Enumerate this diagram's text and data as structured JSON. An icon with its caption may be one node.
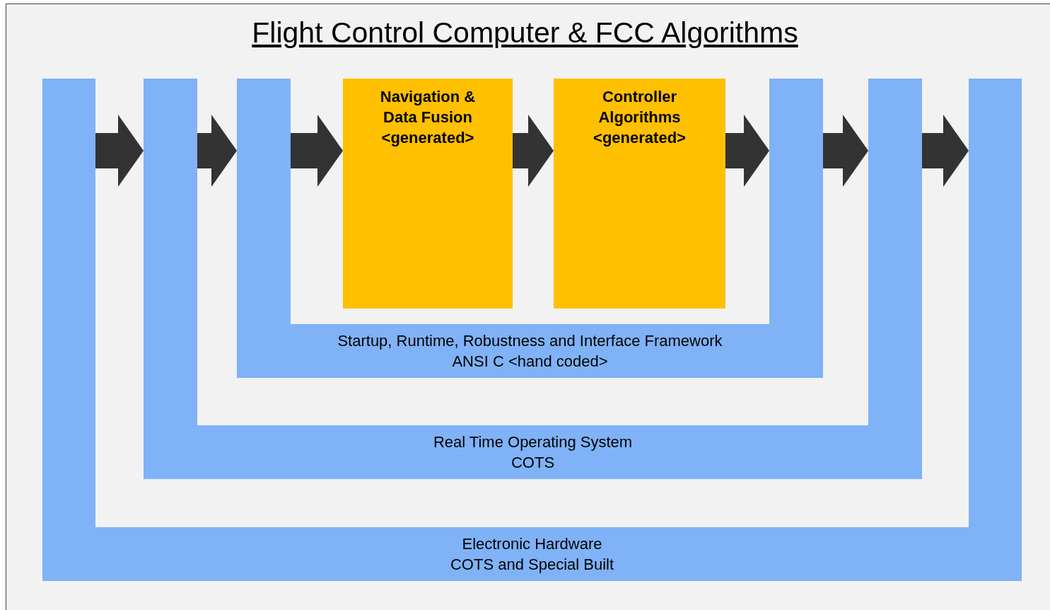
{
  "diagram": {
    "title": "Flight Control Computer & FCC Algorithms",
    "nodes": [
      {
        "text": [
          "Navigation & Data Fusion",
          "<generated>"
        ]
      },
      {
        "text": [
          "Controller Algorithms",
          "<generated>"
        ]
      },
      {
        "text": [
          "Startup, Runtime, Robustness and Interface Framework",
          "ANSI C <hand coded>"
        ]
      },
      {
        "text": [
          "Real Time Operating System",
          "COTS"
        ]
      },
      {
        "text": [
          "Electronic Hardware",
          "COTS and Special Built"
        ]
      }
    ],
    "edges": [
      {
        "from": 4,
        "to": 3,
        "arrow": "to"
      },
      {
        "from": 3,
        "to": 2,
        "arrow": "to"
      },
      {
        "from": 2,
        "to": 0,
        "arrow": "to"
      },
      {
        "from": 0,
        "to": 1,
        "arrow": "to"
      },
      {
        "from": 1,
        "to": 2,
        "arrow": "to"
      },
      {
        "from": 2,
        "to": 3,
        "arrow": "to"
      },
      {
        "from": 3,
        "to": 4,
        "arrow": "to"
      }
    ]
  }
}
